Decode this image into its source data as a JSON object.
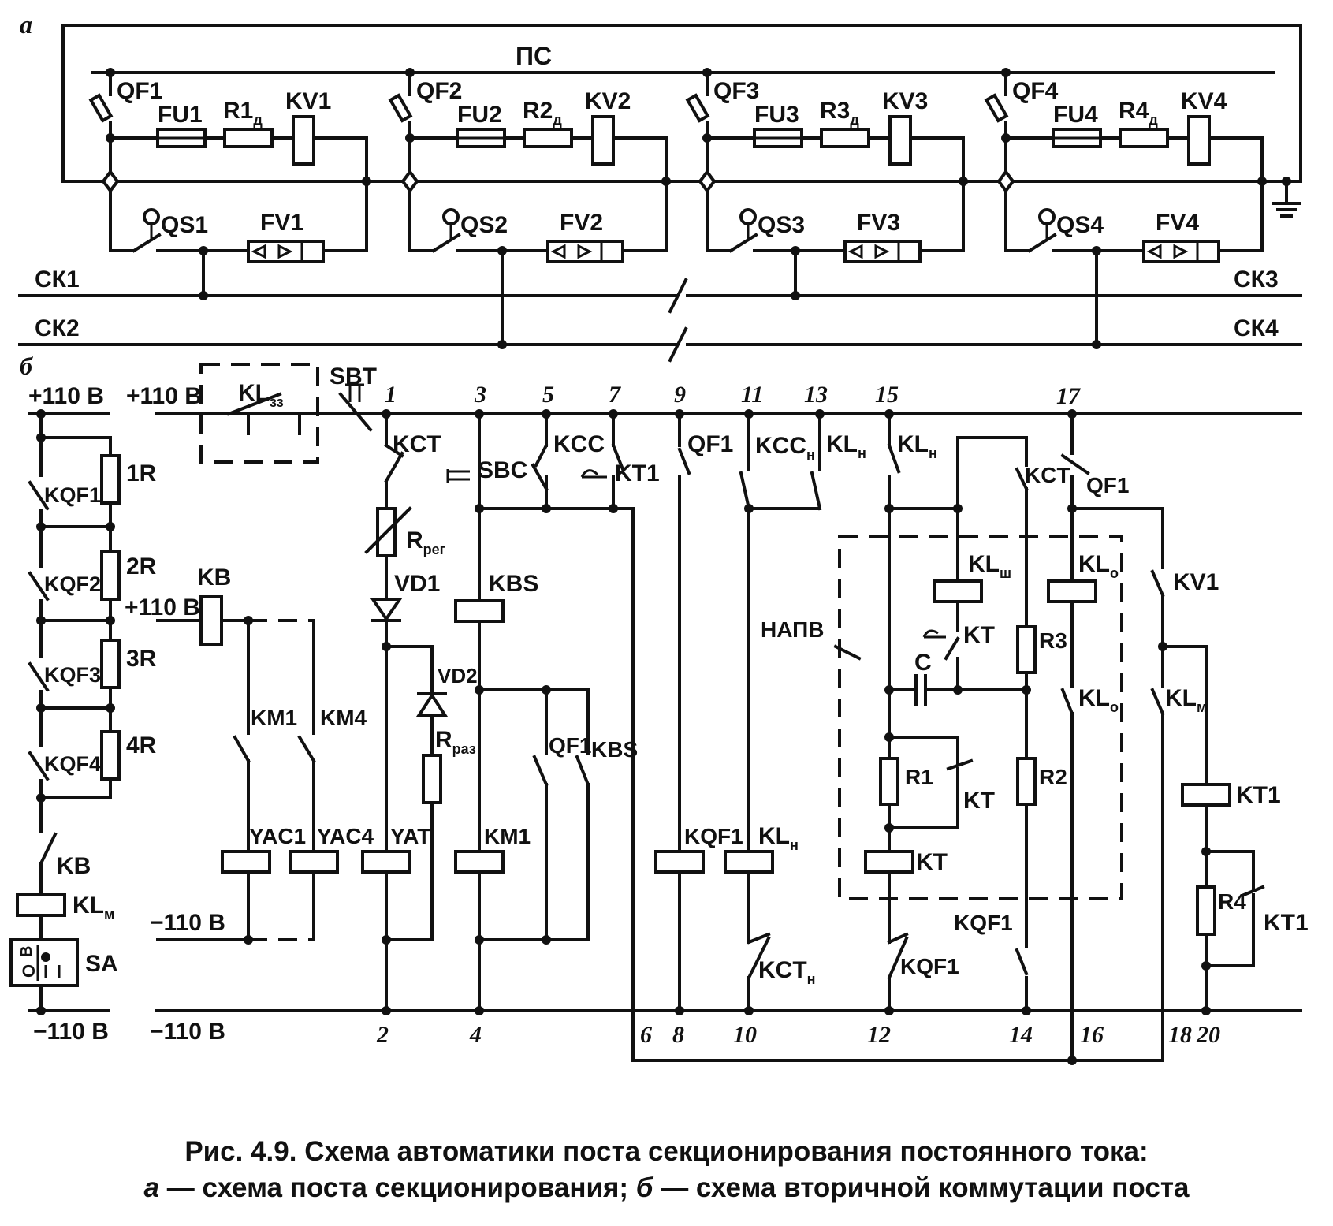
{
  "diagram_a": {
    "panel_letter": "а",
    "bus_label": "ПС",
    "sections": [
      {
        "qf": "QF1",
        "fu": "FU1",
        "r": "R1",
        "kv": "KV1",
        "qs": "QS1",
        "fv": "FV1"
      },
      {
        "qf": "QF2",
        "fu": "FU2",
        "r": "R2",
        "kv": "KV2",
        "qs": "QS2",
        "fv": "FV2"
      },
      {
        "qf": "QF3",
        "fu": "FU3",
        "r": "R3",
        "kv": "KV3",
        "qs": "QS3",
        "fv": "FV3"
      },
      {
        "qf": "QF4",
        "fu": "FU4",
        "r": "R4",
        "kv": "KV4",
        "qs": "QS4",
        "fv": "FV4"
      }
    ],
    "r_subscript": "д",
    "lines": {
      "sk1": "СК1",
      "sk2": "СК2",
      "sk3": "СК3",
      "sk4": "СК4"
    }
  },
  "diagram_b": {
    "panel_letter": "б",
    "volt_plus_left": "+110 В",
    "volt_plus_2": "+110 В",
    "volt_plus_kb": "+110 В",
    "volt_minus_left": "−110 В",
    "volt_minus_2": "−110 В",
    "volt_minus_yac": "−110 В",
    "left_column": {
      "contacts": [
        "KQF1",
        "KQF2",
        "KQF3",
        "KQF4"
      ],
      "resistors": [
        "1R",
        "2R",
        "3R",
        "4R"
      ],
      "kb": "KB",
      "klm": "KL",
      "klm_sub": "м",
      "sa": "SA",
      "sa_on": "В",
      "sa_off": "О"
    },
    "top": {
      "kl_zz": "KL",
      "kl_zz_sub": "зз",
      "sbt": "SBT"
    },
    "node_numbers_top": [
      "1",
      "3",
      "5",
      "7",
      "9",
      "11",
      "13",
      "15",
      "17"
    ],
    "node_numbers_bottom": [
      "2",
      "4",
      "6",
      "8",
      "10",
      "12",
      "14",
      "16",
      "18",
      "20"
    ],
    "kb_coil": "KB",
    "km1": "KM1",
    "km4": "KM4",
    "yac1": "YAC1",
    "yac4": "YAC4",
    "yat": "YAT",
    "kct": "KCT",
    "rreg": "R",
    "rreg_sub": "рег",
    "vd1": "VD1",
    "vd2": "VD2",
    "rraz": "R",
    "rraz_sub": "раз",
    "sbc": "SBC",
    "kcc": "KCC",
    "kt1_top": "KT1",
    "kbs_coil": "KBS",
    "qf1_contact": "QF1",
    "kbs_contact": "KBS",
    "km1_coil": "KM1",
    "qf1_top": "QF1",
    "kqf1_coil": "KQF1",
    "kccn": "KCC",
    "kccn_sub": "н",
    "kln_coil": "KL",
    "kln_sub": "н",
    "kctn": "KCT",
    "kctn_sub": "н",
    "kln_a": "KL",
    "kln_b": "KL",
    "napv": "НАПВ",
    "klsh": "KL",
    "klsh_sub": "ш",
    "kt_a": "KT",
    "kt_b": "KT",
    "kt_coil": "KT",
    "c": "C",
    "r1": "R1",
    "r2": "R2",
    "r3": "R3",
    "kqf1_bot_a": "KQF1",
    "kqf1_bot_b": "KQF1",
    "kct_17": "KCT",
    "qf1_17": "QF1",
    "klo": "KL",
    "klo_sub": "о",
    "kl_o2": "KL",
    "kl_o2_sub": "о",
    "kv1": "KV1",
    "klm_c": "KL",
    "klm_c_sub": "м",
    "kt1_coil": "KT1",
    "r4": "R4",
    "kt1_contact": "KT1"
  },
  "caption": {
    "line1": "Рис. 4.9. Схема автоматики поста секционирования постоянного тока:",
    "a_letter": "а",
    "line2a": " — схема поста секционирования; ",
    "b_letter": "б",
    "line2b": " — схема вторичной коммутации поста"
  }
}
